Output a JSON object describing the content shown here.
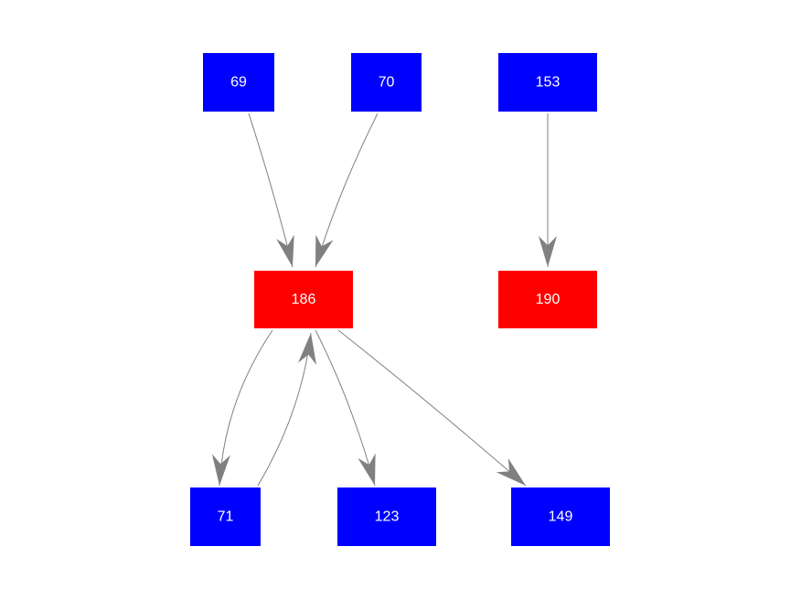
{
  "colors": {
    "background": "#ffffff",
    "source_node": "#0000ff",
    "target_node": "#ff0000",
    "edge": "#808080",
    "label": "#ffffff"
  },
  "nodes": [
    {
      "id": "69",
      "label": "69",
      "kind": "source"
    },
    {
      "id": "70",
      "label": "70",
      "kind": "source"
    },
    {
      "id": "153",
      "label": "153",
      "kind": "source"
    },
    {
      "id": "186",
      "label": "186",
      "kind": "target"
    },
    {
      "id": "190",
      "label": "190",
      "kind": "target"
    },
    {
      "id": "71",
      "label": "71",
      "kind": "source"
    },
    {
      "id": "123",
      "label": "123",
      "kind": "source"
    },
    {
      "id": "149",
      "label": "149",
      "kind": "source"
    }
  ],
  "edges": [
    {
      "from": "69",
      "to": "186"
    },
    {
      "from": "70",
      "to": "186"
    },
    {
      "from": "153",
      "to": "190"
    },
    {
      "from": "186",
      "to": "71"
    },
    {
      "from": "71",
      "to": "186"
    },
    {
      "from": "186",
      "to": "123"
    },
    {
      "from": "186",
      "to": "149"
    }
  ]
}
